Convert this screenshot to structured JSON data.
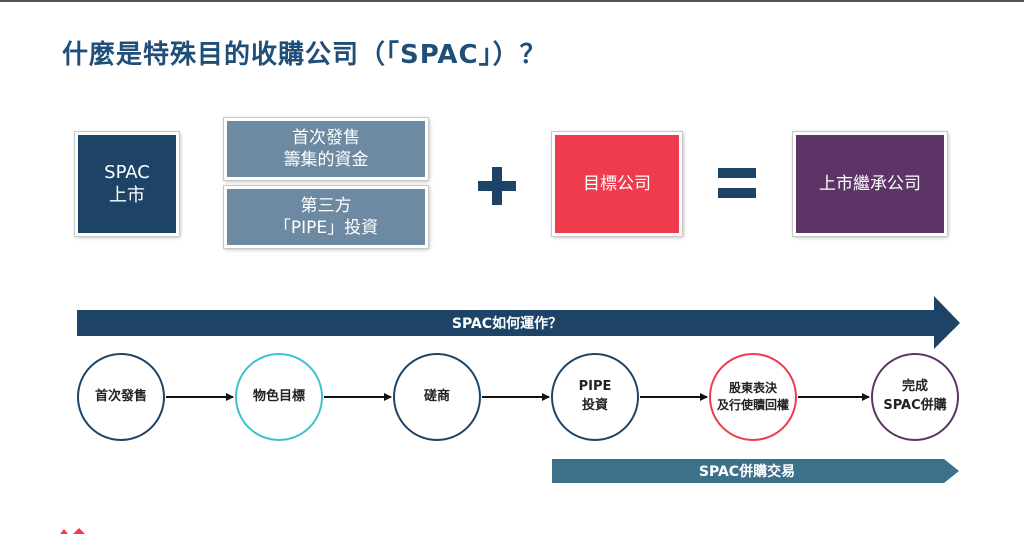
{
  "title": "什麼是特殊目的收購公司（「SPAC」）？",
  "boxes": {
    "spac_listing": "SPAC\n上市",
    "ipo_funds": "首次發售\n籌集的資金",
    "pipe_investment": "第三方\n「PIPE」投資",
    "target_company": "目標公司",
    "successor_company": "上市繼承公司"
  },
  "banners": {
    "process": "SPAC如何運作？",
    "merger": "SPAC併購交易"
  },
  "steps": [
    "首次發售",
    "物色目標",
    "磋商",
    "PIPE\n投資",
    "股東表決\n及行使贖回權",
    "完成\nSPAC併購"
  ],
  "colors": {
    "title": "#1f4e79",
    "navy": "#1d4467",
    "slate": "#6e8aa2",
    "red": "#ee3b4d",
    "purple": "#5c3566",
    "teal": "#3ec1cf",
    "steel": "#3d7089"
  },
  "icons": [
    "plus-icon",
    "equals-icon",
    "arrow-right-icon"
  ]
}
